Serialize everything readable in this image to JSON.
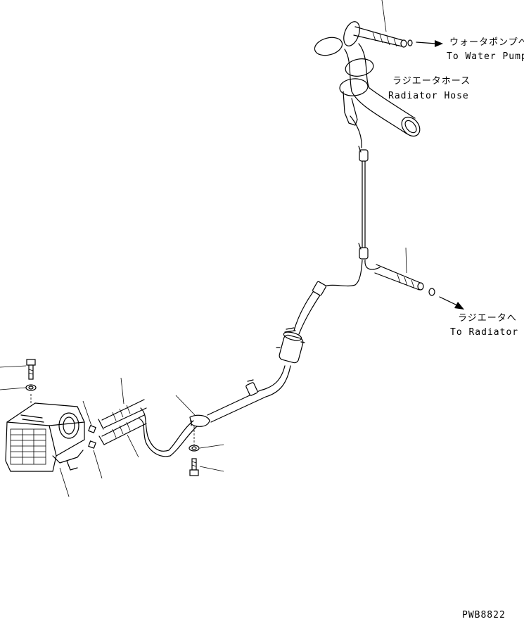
{
  "labels": {
    "water_pump_jp": "ウォータポンプへ",
    "water_pump_en": "To Water Pump",
    "radiator_hose_jp": "ラジエータホース",
    "radiator_hose_en": "Radiator Hose",
    "radiator_jp": "ラジエータへ",
    "radiator_en": "To Radiator",
    "drawing_number": "PWB8822"
  }
}
